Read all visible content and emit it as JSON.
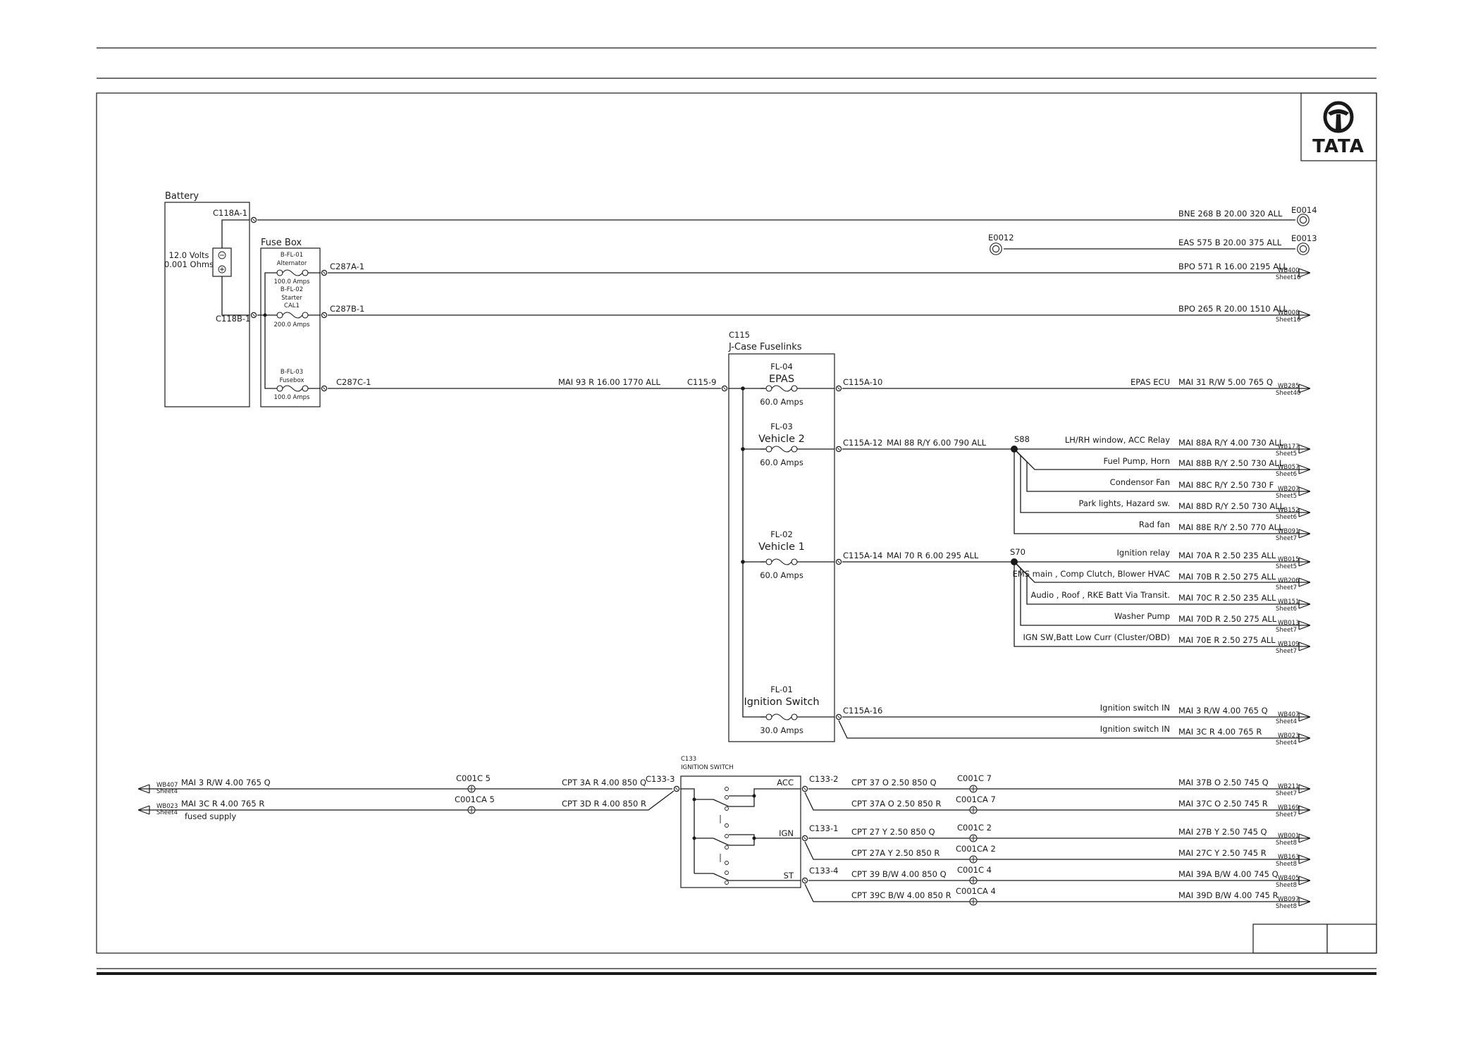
{
  "brand": {
    "name": "TATA",
    "color": "#1a1a1a"
  },
  "battery": {
    "title": "Battery",
    "volts": "12.0 Volts",
    "ohms": "0.001 Ohms",
    "neg": "C118A-1",
    "pos": "C118B-1"
  },
  "fusebox": {
    "title": "Fuse Box",
    "fuses": [
      {
        "id": "B-FL-01",
        "name": "Alternator",
        "amps": "100.0 Amps",
        "conn": "C287A-1"
      },
      {
        "id": "B-FL-02",
        "name": "Starter",
        "name2": "CAL1",
        "amps": "200.0 Amps",
        "conn": "C287B-1"
      },
      {
        "id": "B-FL-03",
        "name": "Fusebox",
        "amps": "100.0 Amps",
        "conn": "C287C-1"
      }
    ]
  },
  "top_wires": [
    {
      "label": "BNE 268 B 20.00 320 ALL",
      "end": "E0014"
    },
    {
      "label": "EAS 575 B 20.00 375 ALL",
      "end": "E0013",
      "start": "E0012"
    },
    {
      "label": "BPO 571 R 16.00 2195 ALL",
      "ref": "WB400",
      "sheet": "Sheet16"
    },
    {
      "label": "BPO 265 R 20.00 1510 ALL",
      "ref": "WB008",
      "sheet": "Sheet16"
    }
  ],
  "feed": {
    "label": "MAI 93 R 16.00 1770 ALL",
    "conn": "C115-9"
  },
  "jcase": {
    "id": "C115",
    "title": "J-Case Fuselinks",
    "fuses": [
      {
        "id": "FL-04",
        "name": "EPAS",
        "amps": "60.0 Amps",
        "conn": "C115A-10"
      },
      {
        "id": "FL-03",
        "name": "Vehicle 2",
        "amps": "60.0 Amps",
        "conn": "C115A-12",
        "wire": "MAI 88 R/Y 6.00 790 ALL"
      },
      {
        "id": "FL-02",
        "name": "Vehicle 1",
        "amps": "60.0 Amps",
        "conn": "C115A-14",
        "wire": "MAI 70 R 6.00 295 ALL"
      },
      {
        "id": "FL-01",
        "name": "Ignition Switch",
        "amps": "30.0 Amps",
        "conn": "C115A-16"
      }
    ]
  },
  "epas": {
    "desc": "EPAS ECU",
    "wire": "MAI 31 R/W 5.00 765 Q",
    "ref": "WB285",
    "sheet": "Sheet40"
  },
  "splice_s88": {
    "id": "S88",
    "outputs": [
      {
        "desc": "LH/RH window, ACC Relay",
        "wire": "MAI 88A R/Y 4.00 730 ALL",
        "ref": "WB177",
        "sheet": "Sheet5"
      },
      {
        "desc": "Fuel Pump, Horn",
        "wire": "MAI 88B R/Y 2.50 730 ALL",
        "ref": "WB057",
        "sheet": "Sheet6"
      },
      {
        "desc": "Condensor Fan",
        "wire": "MAI 88C R/Y 2.50 730 F",
        "ref": "WB207",
        "sheet": "Sheet5"
      },
      {
        "desc": "Park lights, Hazard sw.",
        "wire": "MAI 88D R/Y 2.50 730 ALL",
        "ref": "WB152",
        "sheet": "Sheet6"
      },
      {
        "desc": "Rad fan",
        "wire": "MAI 88E R/Y 2.50 770 ALL",
        "ref": "WB091",
        "sheet": "Sheet7"
      }
    ]
  },
  "splice_s70": {
    "id": "S70",
    "outputs": [
      {
        "desc": "Ignition relay",
        "wire": "MAI 70A R 2.50 235 ALL",
        "ref": "WB015",
        "sheet": "Sheet5"
      },
      {
        "desc": "EMS main , Comp Clutch, Blower HVAC",
        "wire": "MAI 70B R 2.50 275 ALL",
        "ref": "WB206",
        "sheet": "Sheet7"
      },
      {
        "desc": "Audio , Roof , RKE Batt Via Transit.",
        "wire": "MAI 70C R 2.50 235 ALL",
        "ref": "WB151",
        "sheet": "Sheet6"
      },
      {
        "desc": "Washer Pump",
        "wire": "MAI 70D R 2.50 275 ALL",
        "ref": "WB013",
        "sheet": "Sheet7"
      },
      {
        "desc": "IGN SW,Batt Low Curr (Cluster/OBD)",
        "wire": "MAI 70E R 2.50 275 ALL",
        "ref": "WB109",
        "sheet": "Sheet7"
      }
    ]
  },
  "ign_out": [
    {
      "desc": "Ignition switch IN",
      "wire": "MAI 3 R/W 4.00 765 Q",
      "ref": "WB407",
      "sheet": "Sheet4"
    },
    {
      "desc": "Ignition switch IN",
      "wire": "MAI 3C R 4.00 765 R",
      "ref": "WB023",
      "sheet": "Sheet4"
    }
  ],
  "lower_left": [
    {
      "ref": "WB407",
      "sheet": "Sheet4",
      "wire": "MAI 3 R/W 4.00 765 Q",
      "conn": "C001C 5",
      "cpt": "CPT 3A R 4.00 850 Q"
    },
    {
      "ref": "WB023",
      "sheet": "Sheet4",
      "wire": "MAI 3C R 4.00 765 R",
      "conn": "C001CA 5",
      "cpt": "CPT 3D R 4.00 850 R",
      "note": "fused supply"
    }
  ],
  "ign_switch": {
    "id": "C133",
    "title": "IGNITION SWITCH",
    "in": "C133-3",
    "acc": "ACC",
    "ign": "IGN",
    "st": "ST"
  },
  "switch_out": [
    {
      "pin": "C133-2",
      "cpt": "CPT 37 O 2.50 850 Q",
      "conn": "C001C 7",
      "wire": "MAI 37B O 2.50 745 Q",
      "ref": "WB211",
      "sheet": "Sheet7"
    },
    {
      "cpt": "CPT 37A O 2.50 850 R",
      "conn": "C001CA 7",
      "wire": "MAI 37C O 2.50 745 R",
      "ref": "WB169",
      "sheet": "Sheet7"
    },
    {
      "pin": "C133-1",
      "cpt": "CPT 27 Y 2.50 850 Q",
      "conn": "C001C 2",
      "wire": "MAI 27B Y 2.50 745 Q",
      "ref": "WB001",
      "sheet": "Sheet8"
    },
    {
      "cpt": "CPT 27A Y 2.50 850 R",
      "conn": "C001CA 2",
      "wire": "MAI 27C Y 2.50 745 R",
      "ref": "WB163",
      "sheet": "Sheet8"
    },
    {
      "pin": "C133-4",
      "cpt": "CPT 39 B/W 4.00 850 Q",
      "conn": "C001C 4",
      "wire": "MAI 39A B/W 4.00 745 Q",
      "ref": "WB405",
      "sheet": "Sheet8"
    },
    {
      "cpt": "CPT 39C B/W 4.00 850 R",
      "conn": "C001CA 4",
      "wire": "MAI 39D B/W 4.00 745 R",
      "ref": "WB097",
      "sheet": "Sheet8"
    }
  ]
}
